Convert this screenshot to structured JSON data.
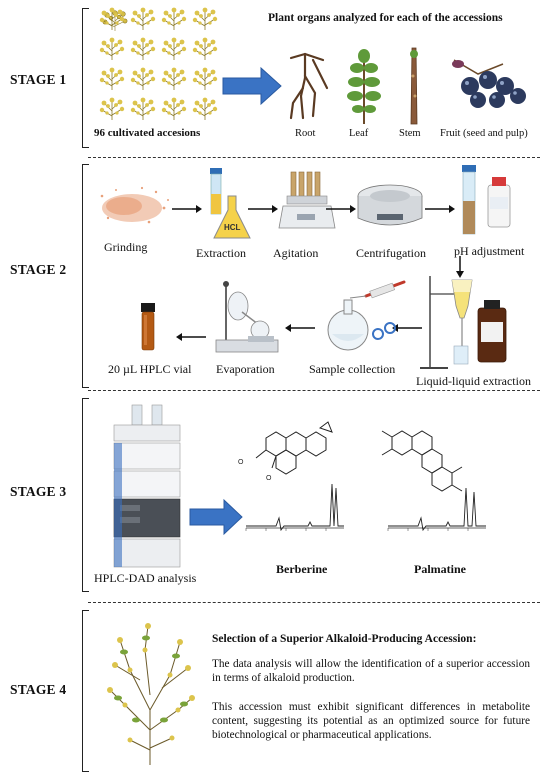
{
  "stages": {
    "s1": "STAGE 1",
    "s2": "STAGE 2",
    "s3": "STAGE 3",
    "s4": "STAGE 4"
  },
  "stage1": {
    "title": "Plant organs analyzed for each of the accessions",
    "cultivated": "96 cultivated accesions",
    "organs": [
      "Root",
      "Leaf",
      "Stem",
      "Fruit (seed and pulp)"
    ]
  },
  "stage2": {
    "steps": [
      "Grinding",
      "Extraction",
      "Agitation",
      "Centrifugation",
      "pH adjustment",
      "Liquid-liquid extraction",
      "Sample collection",
      "Evaporation",
      "20 µL HPLC vial"
    ],
    "hcl_label": "HCL"
  },
  "stage3": {
    "hplc": "HPLC-DAD analysis",
    "compounds": [
      "Berberine",
      "Palmatine"
    ]
  },
  "stage4": {
    "heading": "Selection of a Superior Alkaloid-Producing Accession:",
    "p1": "The data analysis will allow the identification of a superior accession in terms of alkaloid production.",
    "p2": "This accession must exhibit significant differences in metabolite content, suggesting its potential as an optimized source for future biotechnological or pharmaceutical applications."
  },
  "colors": {
    "arrow_blue": "#3a73c4",
    "plant_yellow": "#d9c24a",
    "plant_green": "#6f8f2a"
  }
}
